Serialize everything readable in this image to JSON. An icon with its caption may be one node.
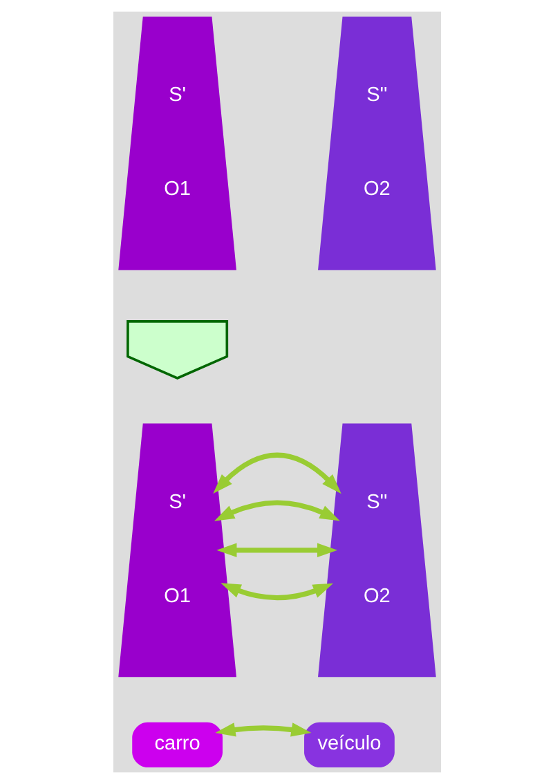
{
  "diagram": {
    "nodes": [
      {
        "text": [
          "S'",
          "O1"
        ]
      },
      {
        "text": [
          "S''",
          "O2"
        ]
      },
      {
        "text": [],
        "shape": "arrow"
      },
      {
        "text": [
          "S'",
          "O1"
        ]
      },
      {
        "text": [
          "S''",
          "O2"
        ]
      },
      {
        "text": [
          "carro"
        ]
      },
      {
        "text": [
          "veículo"
        ]
      }
    ],
    "edges": [
      {
        "from": 3,
        "to": 4,
        "arrow": "both"
      },
      {
        "from": 3,
        "to": 4,
        "arrow": "both"
      },
      {
        "from": 3,
        "to": 4,
        "arrow": "both"
      },
      {
        "from": 3,
        "to": 4,
        "arrow": "both"
      },
      {
        "from": 5,
        "to": 6,
        "arrow": "both"
      }
    ]
  }
}
